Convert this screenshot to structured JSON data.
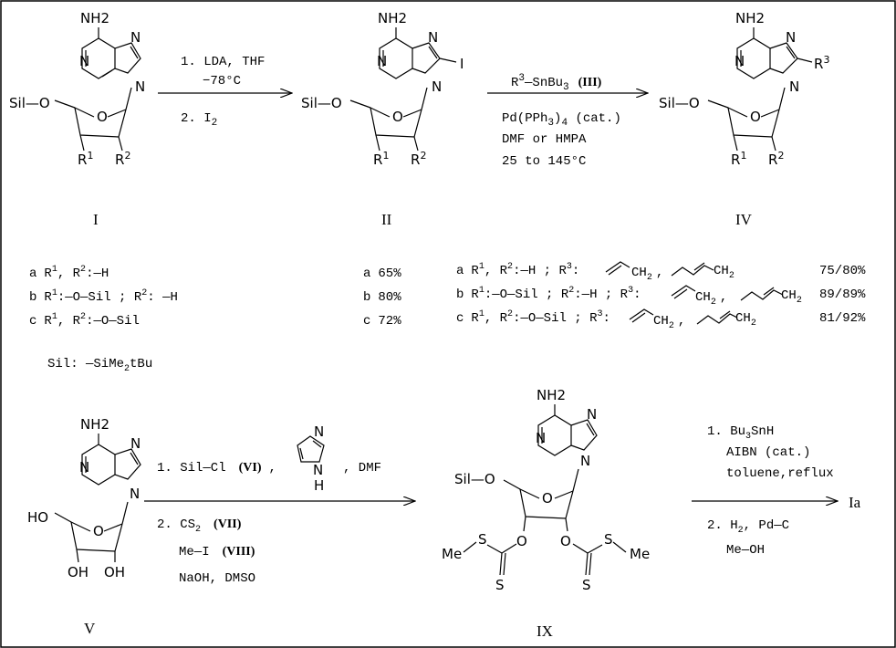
{
  "atoms": {
    "NH2": "NH2",
    "N": "N",
    "O": "O",
    "SilO": "Sil—O",
    "HO": "HO",
    "OH": "OH",
    "I": "I",
    "H": "H",
    "S": "S",
    "Me": "Me",
    "R1": "R",
    "R2": "R",
    "R3": "R",
    "one": "1",
    "two": "2",
    "three": "3"
  },
  "labels": {
    "I": "I",
    "II": "II",
    "III": "III",
    "IV": "IV",
    "V": "V",
    "VI": "VI",
    "VII": "VII",
    "VIII": "VIII",
    "IX": "IX",
    "Ia": "Ia"
  },
  "step1": {
    "line1": "1. LDA, THF",
    "line2": "−78°C",
    "line3": "2. I",
    "line3_sub": "2"
  },
  "step2": {
    "reagent_a": "R",
    "reagent_b": "SnBu",
    "reagent_c": "(III)",
    "cat": "Pd(PPh",
    "cat2": ")",
    "cat3": " (cat.)",
    "solvent": "DMF or HMPA",
    "temp": "25 to 145°C"
  },
  "step3": {
    "line1a": "1. Sil—Cl",
    "line1b": "(VI)",
    "line1c": ",",
    "line1d": ", DMF",
    "line2": "2. CS",
    "line2b": "(VII)",
    "line3": "Me—I",
    "line3b": "(VIII)",
    "line4": "NaOH, DMSO"
  },
  "step4": {
    "line1": "1. Bu",
    "line1b": "SnH",
    "line2": "AIBN (cat.)",
    "line3": "toluene,reflux",
    "line4": "2. H",
    "line4b": ", Pd—C",
    "line5": "Me—OH"
  },
  "table_left": {
    "rows": [
      {
        "key": "a",
        "text1": "R",
        "text2": ", R",
        "text3": ":—H",
        "yield_key": "a",
        "yield": "65%"
      },
      {
        "key": "b",
        "text1": "R",
        "text2": ":—O—Sil ; R",
        "text3": ": —H",
        "yield_key": "b",
        "yield": "80%"
      },
      {
        "key": "c",
        "text1": "R",
        "text2": ", R",
        "text3": ":—O—Sil",
        "yield_key": "c",
        "yield": "72%"
      }
    ],
    "sil_def": "Sil: —SiMe",
    "sil_def2": "tBu"
  },
  "table_right": {
    "rows": [
      {
        "key": "a",
        "text": "R",
        "text2": ", R",
        "text3": ":—H ; R",
        "text4": ":",
        "yield": "75/80%"
      },
      {
        "key": "b",
        "text": "R",
        "text2": ":—O—Sil ; R",
        "text3": ":—H ; R",
        "text4": ":",
        "yield": "89/89%"
      },
      {
        "key": "c",
        "text": "R",
        "text2": ", R",
        "text3": ":—O—Sil ; R",
        "text4": ":",
        "yield": "81/92%"
      }
    ],
    "ch2": "CH",
    "comma": ","
  }
}
